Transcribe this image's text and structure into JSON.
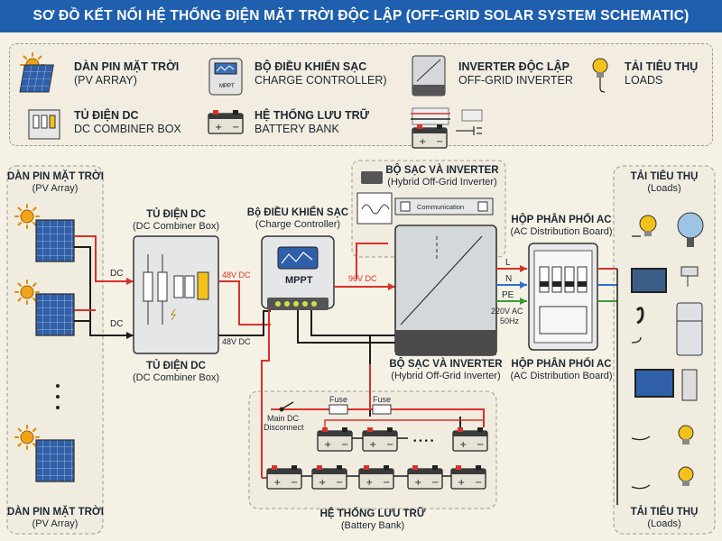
{
  "title": "SƠ ĐỒ KẾT NỐI HỆ THỐNG ĐIỆN MẶT TRỜI ĐỘC LẬP (OFF-GRID SOLAR SYSTEM SCHEMATIC)",
  "legend": [
    {
      "vi": "DÀN PIN MẶT TRỜI",
      "en": "(PV ARRAY)",
      "icon": "pv-array-icon"
    },
    {
      "vi": "BỘ ĐIỀU KHIỂN SẠC",
      "en": "CHARGE CONTROLLER)",
      "icon": "charge-controller-icon"
    },
    {
      "vi": "INVERTER ĐỘC LẬP",
      "en": "OFF-GRID INVERTER",
      "icon": "inverter-icon"
    },
    {
      "vi": "TẢI TIÊU THỤ",
      "en": "LOADS",
      "icon": "lightbulb-icon"
    },
    {
      "vi": "TỦ ĐIỆN DC",
      "en": "DC COMBINER BOX",
      "icon": "combiner-box-icon"
    },
    {
      "vi": "HỆ THỐNG LƯU TRỮ",
      "en": "BATTERY BANK",
      "icon": "battery-icon"
    }
  ],
  "pv": {
    "title_top": "DÀN PIN MẶT TRỜI",
    "sub_top": "(PV Array)",
    "title_bottom": "DÀN PIN MẶT TRỜI",
    "sub_bottom": "(PV Array)",
    "dc_plus": "DC",
    "dc_minus": "DC"
  },
  "combiner": {
    "title": "TỦ ĐIỆN DC",
    "sub": "(DC Combiner Box)"
  },
  "controller": {
    "title": "Bộ ĐIỀU KHIỂN SẠC",
    "sub": "(Charge Controller)",
    "device": "MPPT",
    "in_voltage": "48V DC",
    "out_voltage": "48V DC",
    "bus_voltage": "96V DC"
  },
  "inverter": {
    "title_top": "BỘ SẠC VÀ INVERTER",
    "sub_top": "(Hybrid Off-Grid Inverter)",
    "title_bottom": "BỘ SẠC VÀ INVERTER",
    "sub_bottom": "(Hybrid Off-Grid Inverter)",
    "comm": "Communication"
  },
  "ac_lines": {
    "l": "L",
    "n": "N",
    "pe": "PE",
    "spec1": "220V AC",
    "spec2": "50Hz"
  },
  "ac_board": {
    "title": "HỘP PHÂN PHỐI AC",
    "sub": "(AC Distribution Board)"
  },
  "loads": {
    "title_top": "TẢI TIÊU THỤ",
    "sub_top": "(Loads)",
    "title_bottom": "TẢI TIÊU THỤ",
    "sub_bottom": "(Loads)"
  },
  "battery": {
    "title": "HỆ THỐNG LƯU TRỮ",
    "sub": "(Battery Bank)",
    "fuse1": "Fuse",
    "fuse2": "Fuse",
    "disconnect1": "Main DC",
    "disconnect2": "Disconnect",
    "dots": "• • • •"
  },
  "colors": {
    "title_bg": "#1f5fae",
    "positive": "#d8312b",
    "negative": "#1c1c1c",
    "neutral": "#2f6fd6",
    "earth": "#3a9a3a",
    "panel_blue": "#2f5fa8",
    "sun": "#f0a418"
  }
}
